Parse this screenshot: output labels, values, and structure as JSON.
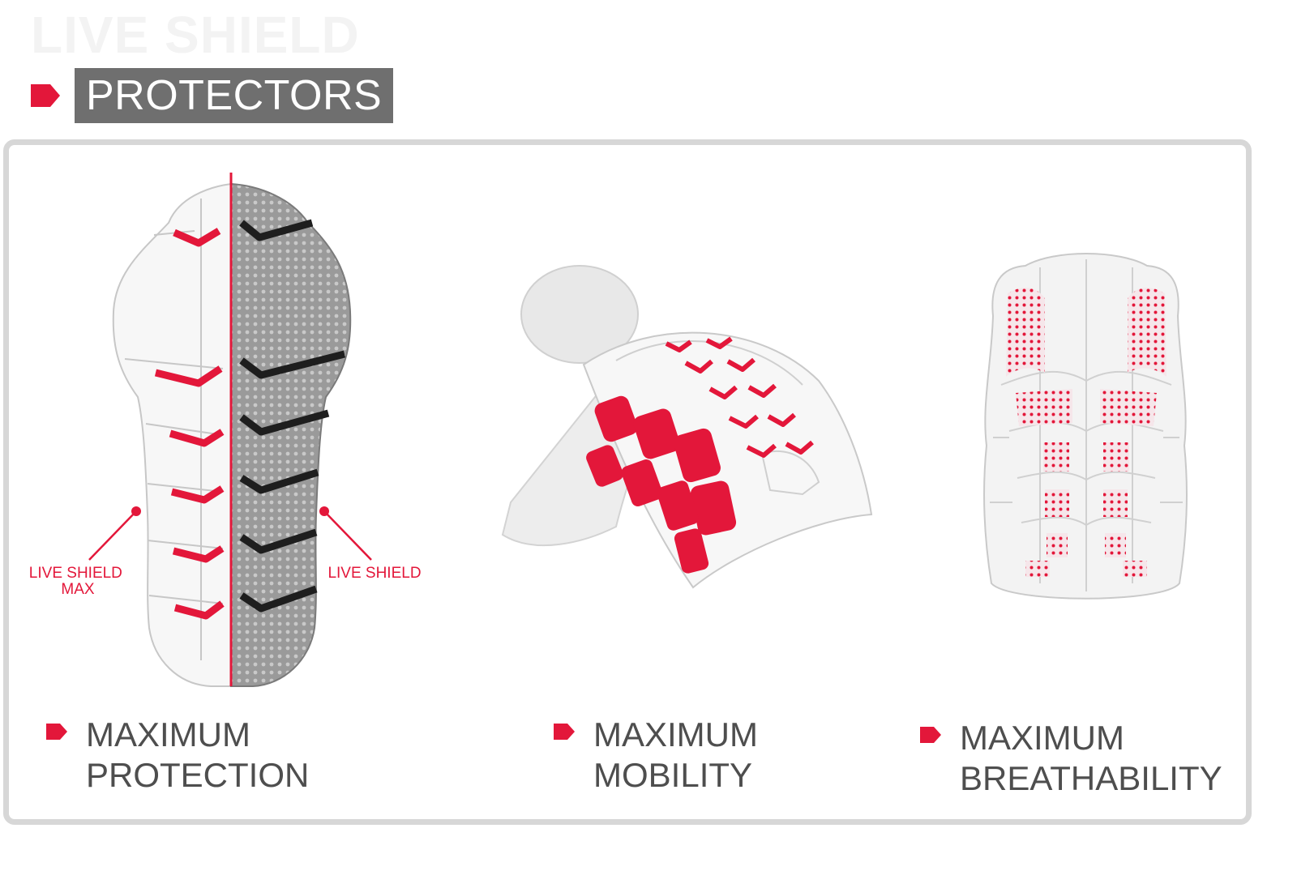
{
  "watermark": "LIVE SHIELD",
  "section_title": "PROTECTORS",
  "colors": {
    "accent_red": "#e3173a",
    "header_gray": "#6f6f6f",
    "panel_border": "#d7d7d7",
    "text_gray": "#4e4e4e"
  },
  "illustrations": {
    "spine": {
      "callout_left": [
        "LIVE SHIELD",
        "MAX"
      ],
      "callout_right": "LIVE SHIELD"
    },
    "mobility": {},
    "breathability": {}
  },
  "features": [
    {
      "line1": "MAXIMUM",
      "line2": "PROTECTION",
      "icon": "red-tag-marker"
    },
    {
      "line1": "MAXIMUM",
      "line2": "MOBILITY",
      "icon": "red-tag-marker"
    },
    {
      "line1": "MAXIMUM",
      "line2": "BREATHABILITY",
      "icon": "red-tag-marker"
    }
  ]
}
